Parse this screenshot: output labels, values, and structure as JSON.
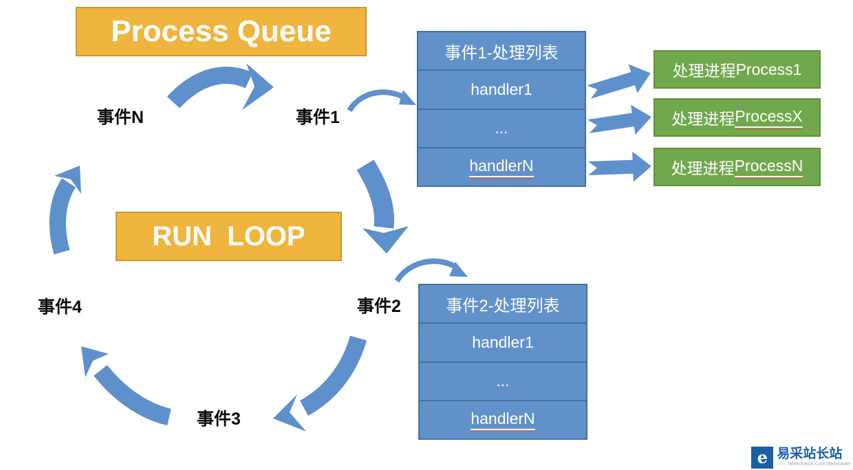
{
  "boxes": {
    "process_queue": "Process Queue",
    "run_loop": "RUN  LOOP"
  },
  "events": {
    "eN": "事件N",
    "e1": "事件1",
    "e2": "事件2",
    "e3": "事件3",
    "e4": "事件4"
  },
  "tables": [
    {
      "header": "事件1-处理列表",
      "rows": [
        "handler1",
        "...",
        "handlerN"
      ]
    },
    {
      "header": "事件2-处理列表",
      "rows": [
        "handler1",
        "...",
        "handlerN"
      ]
    }
  ],
  "processes": [
    {
      "prefix": "处理进程",
      "name": "Process1"
    },
    {
      "prefix": "处理进程",
      "name": "ProcessX"
    },
    {
      "prefix": "处理进程",
      "name": "ProcessN"
    }
  ],
  "watermark": {
    "logo_glyph": "e",
    "title": "易采站长站",
    "tagline": "—— Www.Easck.Com Webmaster"
  },
  "colors": {
    "orange": "#EFB53E",
    "orange_border": "#C9982F",
    "blue_fill": "#6191C9",
    "blue_border": "#41719C",
    "green_fill": "#71A84D",
    "green_border": "#5E9138",
    "arrow_blue": "#5E90CB",
    "brand_blue": "#1B5FA6",
    "squiggle": "#E25544"
  }
}
